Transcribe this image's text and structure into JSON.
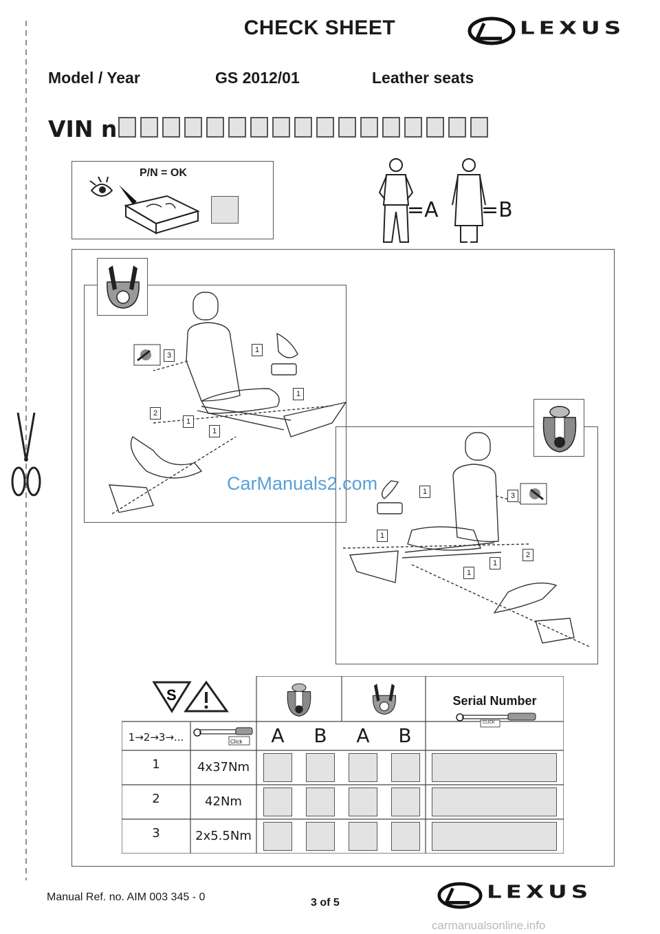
{
  "header": {
    "title": "CHECK SHEET",
    "brand": "LEXUS",
    "model_label": "Model / Year",
    "model_value": "GS 2012/01",
    "trim": "Leather seats",
    "vin_label": "VIN n°",
    "vin_box_count": 17
  },
  "packaging": {
    "label": "P/N = OK"
  },
  "personnel": {
    "a_label": "=A",
    "b_label": "=B"
  },
  "diagram": {
    "callouts_left": [
      "3",
      "1",
      "1",
      "2",
      "1",
      "1"
    ],
    "callouts_right": [
      "1",
      "3",
      "1",
      "2",
      "1",
      "1"
    ]
  },
  "table": {
    "serial_number_label": "Serial Number",
    "sequence_label": "1→2→3→...",
    "click_label": "Click",
    "click_label_caps": "CLICK",
    "columns": [
      "A",
      "B",
      "A",
      "B"
    ],
    "rows": [
      {
        "step": "1",
        "torque": "4x37Nm"
      },
      {
        "step": "2",
        "torque": "42Nm"
      },
      {
        "step": "3",
        "torque": "2x5.5Nm"
      }
    ]
  },
  "watermark": "CarManuals2.com",
  "footer": {
    "manual_ref": "Manual Ref. no. AIM 003 345 - 0",
    "page": "3 of 5",
    "site": "carmanualsonline.info"
  },
  "colors": {
    "box_fill": "#e3e3e3",
    "watermark": "#3d8fd0"
  }
}
